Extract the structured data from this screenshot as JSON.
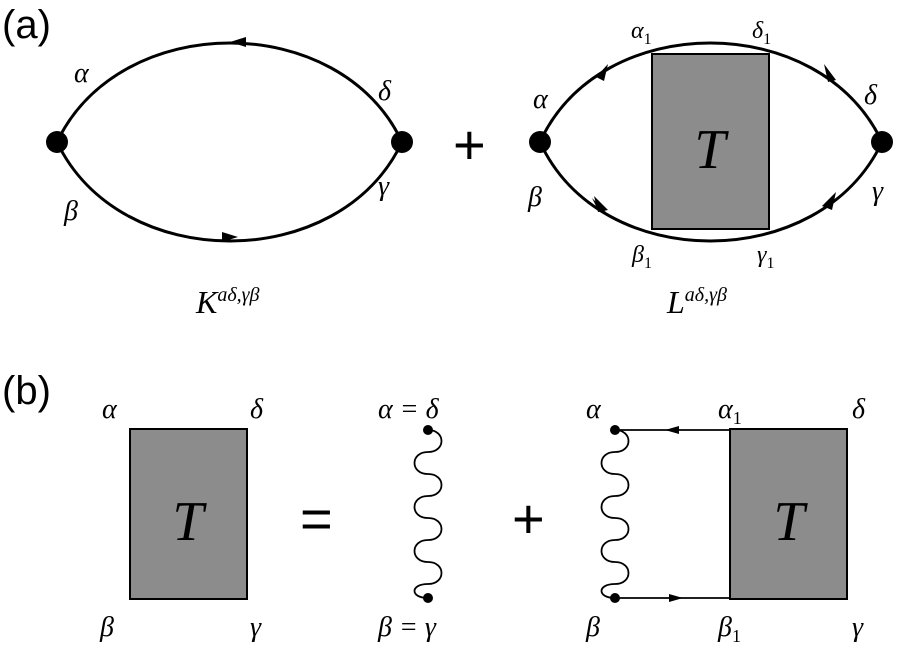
{
  "panel_a": {
    "label": "(a)",
    "plus": "+",
    "left": {
      "alpha": "α",
      "beta": "β",
      "gamma": "γ",
      "delta": "δ",
      "caption_main": "K",
      "caption_sup": "aδ,γβ"
    },
    "right": {
      "alpha": "α",
      "beta": "β",
      "gamma": "γ",
      "delta": "δ",
      "alpha1": "α",
      "beta1": "β",
      "gamma1": "γ",
      "delta1": "δ",
      "sub": "1",
      "box_label": "T",
      "caption_main": "L",
      "caption_sup": "aδ,γβ"
    }
  },
  "panel_b": {
    "label": "(b)",
    "equals": "=",
    "plus": "+",
    "box1": {
      "label": "T",
      "alpha": "α",
      "beta": "β",
      "gamma": "γ",
      "delta": "δ"
    },
    "middle": {
      "top": "α = δ",
      "bottom": "β = γ"
    },
    "right": {
      "alpha": "α",
      "beta": "β",
      "gamma": "γ",
      "delta": "δ",
      "alpha1": "α",
      "beta1": "β",
      "sub": "1",
      "box_label": "T"
    }
  },
  "colors": {
    "box_fill": "#8c8c8c",
    "line": "#000000"
  }
}
